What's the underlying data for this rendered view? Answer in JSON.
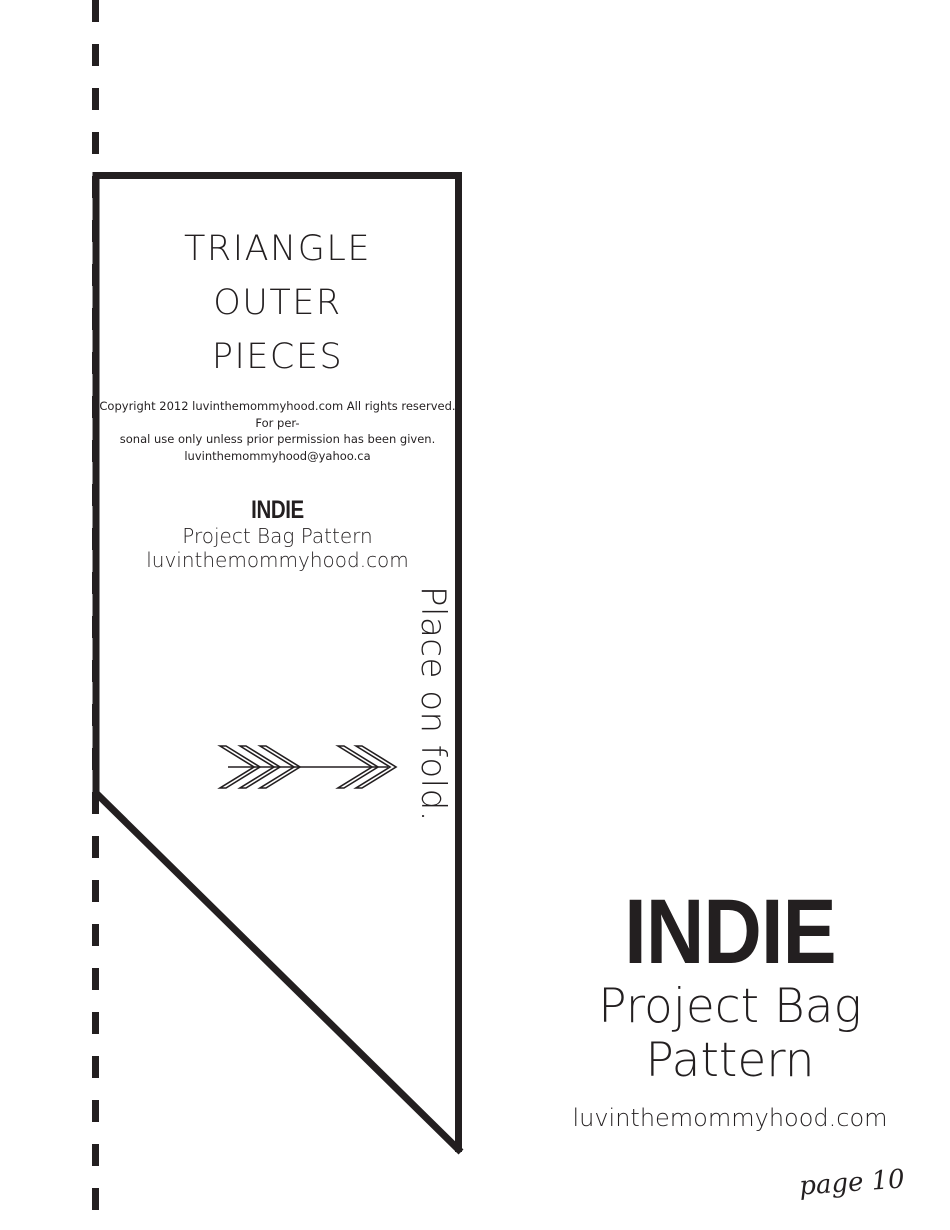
{
  "page": {
    "background_color": "#ffffff",
    "ink_color": "#231F20",
    "page_number_label": "page 10"
  },
  "pattern_piece": {
    "title_lines": [
      "TRIANGLE",
      "OUTER",
      "PIECES"
    ],
    "copyright_lines": [
      "Copyright 2012 luvinthemommyhood.com All rights reserved. For per-",
      "sonal use only unless prior permission has been given.",
      "luvinthemommyhood@yahoo.ca"
    ],
    "inner_brand": {
      "name": "INDIE",
      "subtitle": "Project Bag Pattern",
      "url": "luvinthemommyhood.com"
    },
    "fold_instruction": "Place on fold.",
    "grainline_label": "grainline-arrow"
  },
  "footer_brand": {
    "name": "INDIE",
    "line1": "Project Bag",
    "line2": "Pattern",
    "url": "luvinthemommyhood.com"
  }
}
